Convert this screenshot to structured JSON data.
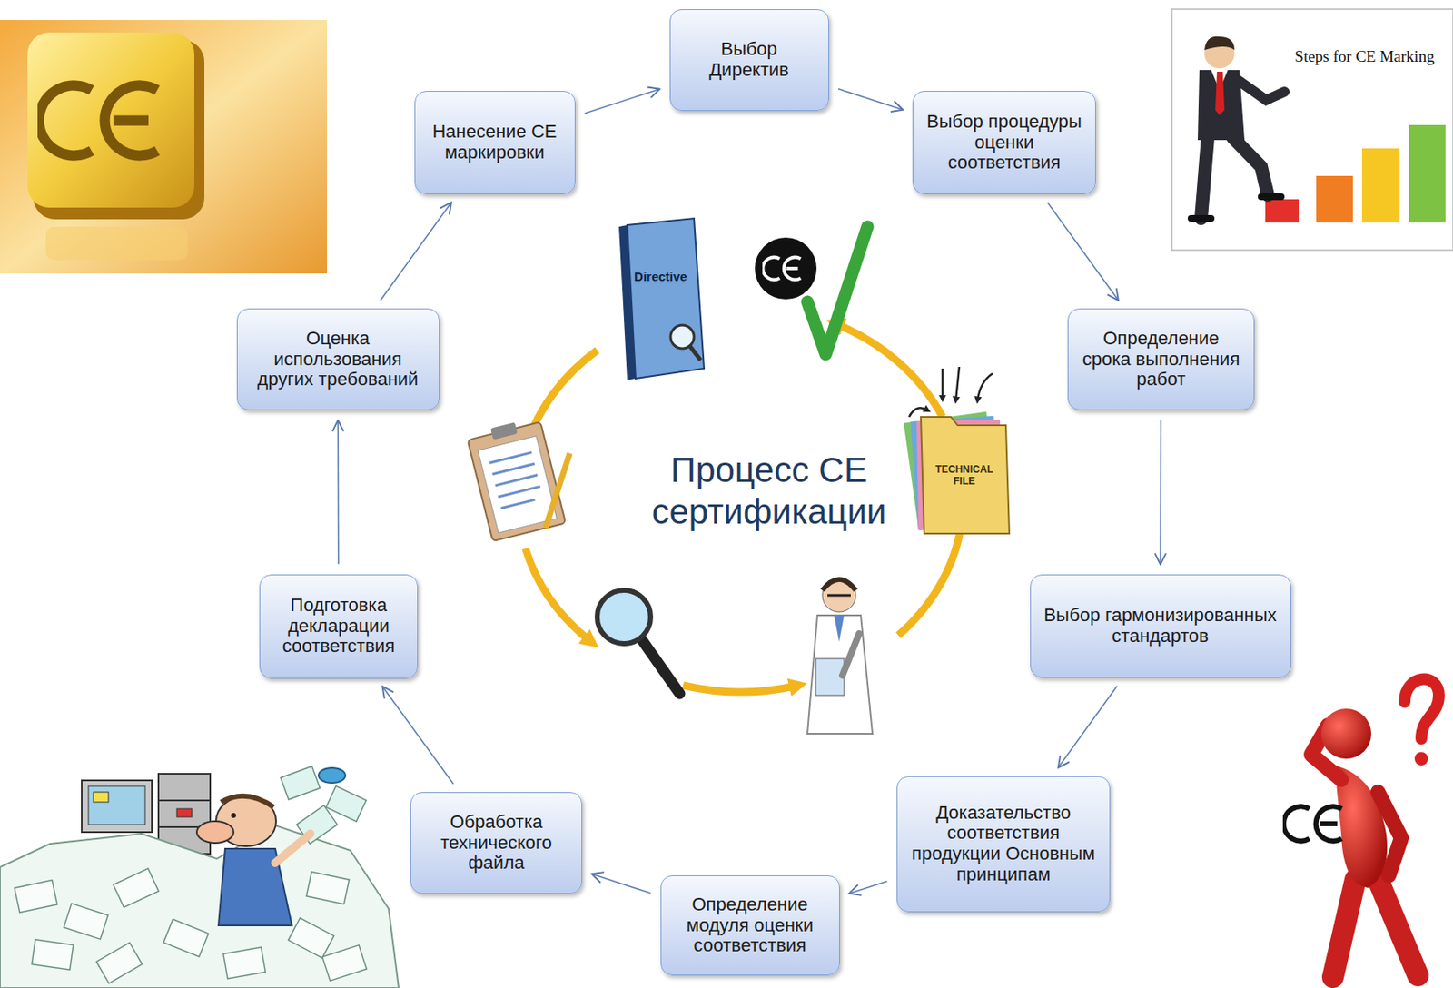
{
  "diagram": {
    "nodes": [
      {
        "text": [
          "Выбор Директив"
        ]
      },
      {
        "text": [
          "Выбор процедуры оценки соответствия"
        ]
      },
      {
        "text": [
          "Определение срока выполнения работ"
        ]
      },
      {
        "text": [
          "Выбор гармонизированных стандартов"
        ]
      },
      {
        "text": [
          "Доказательство соответствия продукции Основным принципам"
        ]
      },
      {
        "text": [
          "Определение модуля оценки соответствия"
        ]
      },
      {
        "text": [
          "Обработка технического файла"
        ]
      },
      {
        "text": [
          "Подготовка декларации соответствия"
        ]
      },
      {
        "text": [
          "Оценка использования других требований"
        ]
      },
      {
        "text": [
          "Нанесение CE маркировки"
        ]
      }
    ],
    "edges": [
      {
        "from": 0,
        "to": 1,
        "arrow": "to"
      },
      {
        "from": 1,
        "to": 2,
        "arrow": "to"
      },
      {
        "from": 2,
        "to": 3,
        "arrow": "to"
      },
      {
        "from": 3,
        "to": 4,
        "arrow": "to"
      },
      {
        "from": 4,
        "to": 5,
        "arrow": "to"
      },
      {
        "from": 5,
        "to": 6,
        "arrow": "to"
      },
      {
        "from": 6,
        "to": 7,
        "arrow": "to"
      },
      {
        "from": 7,
        "to": 8,
        "arrow": "to"
      },
      {
        "from": 8,
        "to": 9,
        "arrow": "to"
      },
      {
        "from": 9,
        "to": 0,
        "arrow": "to"
      }
    ],
    "labels": [
      "Процесс CE сертификации",
      "Directive",
      "TECHNICAL FILE",
      "Steps for CE Marking"
    ]
  }
}
